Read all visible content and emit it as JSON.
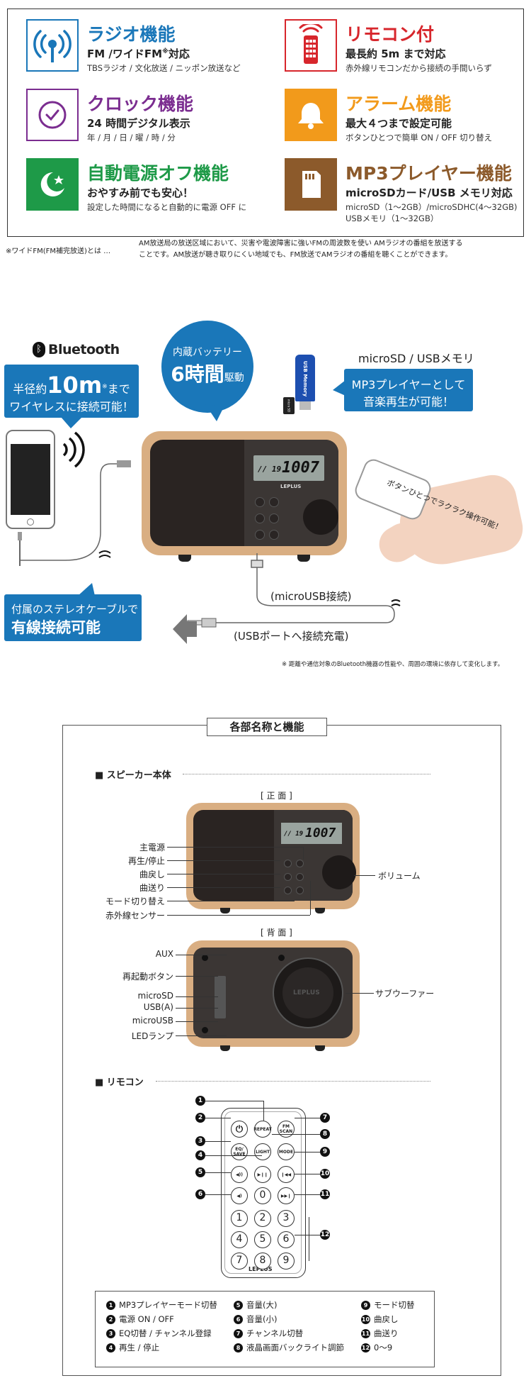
{
  "features": [
    {
      "title": "ラジオ機能",
      "sub_a": "FM /ワイドFM",
      "sub_sup": "※",
      "sub_b": "対応",
      "desc": "TBSラジオ / 文化放送 / ニッポン放送など",
      "color": "#1a77b9",
      "icon": "radio-antenna-icon"
    },
    {
      "title": "リモコン付",
      "sub_a": "最長約 5m まで対応",
      "sub_sup": "",
      "sub_b": "",
      "desc": "赤外線リモコンだから接続の手間いらず",
      "color": "#d7262c",
      "icon": "remote-control-icon"
    },
    {
      "title": "クロック機能",
      "sub_a": "24 時間デジタル表示",
      "sub_sup": "",
      "sub_b": "",
      "desc": "年 / 月 / 日 / 曜 / 時 / 分",
      "color": "#7b2d90",
      "icon": "clock-icon"
    },
    {
      "title": "アラーム機能",
      "sub_a": "最大４つまで設定可能",
      "sub_sup": "",
      "sub_b": "",
      "desc": "ボタンひとつで簡単 ON / OFF 切り替え",
      "color": "#f29a1b",
      "icon": "bell-icon"
    },
    {
      "title": "自動電源オフ機能",
      "sub_a": "おやすみ前でも安心！",
      "sub_sup": "",
      "sub_b": "",
      "desc": "設定した時間になると自動的に電源 OFF に",
      "color": "#1e9a48",
      "icon": "moon-star-icon"
    },
    {
      "title": "MP3プレイヤー機能",
      "sub_a": "microSDカード/USB メモリ対応",
      "sub_sup": "",
      "sub_b": "",
      "desc": "microSD（1～2GB）/microSDHC(4～32GB)",
      "desc2": "USBメモリ（1～32GB）",
      "color": "#8c5a2b",
      "icon": "sd-card-icon"
    }
  ],
  "note": {
    "label": "※ワイドFM(FM補完放送)とは …",
    "line1": "AM放送局の放送区域において、災害や電波障害に強いFMの周波数を使い AMラジオの番組を放送する",
    "line2": "ことです。AM放送が聴き取りにくい地域でも、FM放送でAMラジオの番組を聴くことができます。"
  },
  "connect": {
    "bluetooth_logo": "Bluetooth",
    "bt_line1_a": "半径約",
    "bt_big": "10m",
    "bt_sup": "※",
    "bt_line1_b": "まで",
    "bt_line2": "ワイヤレスに接続可能！",
    "battery_line1": "内蔵バッテリー",
    "battery_big": "6時間",
    "battery_small": "駆動",
    "sd_title": "microSD / USBメモリ",
    "mp3_line1": "MP3プレイヤーとして",
    "mp3_line2": "音楽再生が可能！",
    "remote_caption": "ボタンひとつでラクラク操作可能！",
    "cable_line1": "付属のステレオケーブルで",
    "cable_line2": "有線接続可能",
    "microusb": "(microUSB接続)",
    "usbport": "(USBポートへ接続充電)",
    "usb_stick": "USB Memory",
    "sd_card": "micro SD",
    "display_a": "// 19",
    "display_b": "1007",
    "brand": "LEPLUS",
    "footnote": "※ 距離や通信対象のBluetooth機器の性能や、周囲の環境に依存して変化します。"
  },
  "parts": {
    "title": "各部名称と機能",
    "speaker_section": "■ スピーカー本体",
    "front": "[ 正 面 ]",
    "back": "[ 背 面 ]",
    "front_labels": [
      "主電源",
      "再生/停止",
      "曲戻し",
      "曲送り",
      "モード切り替え",
      "赤外線センサー"
    ],
    "volume": "ボリューム",
    "back_labels": [
      "AUX",
      "再起動ボタン",
      "microSD",
      "USB(A)",
      "microUSB",
      "LEDランプ"
    ],
    "subwoofer": "サブウーファー",
    "sub_brand": "LEPLUS",
    "remote_section": "■ リモコン",
    "remote_buttons": {
      "power": "⏻",
      "repeat": "REPEAT",
      "fmscan": "FM SCAN",
      "eqsave": "EQ/ SAVE",
      "light": "LIGHT",
      "mode": "MODE",
      "volup": "◀))",
      "play": "▶❙❙",
      "prev": "❙◀◀",
      "voldn": "◀)",
      "zero": "0",
      "next": "▶▶❙"
    },
    "digits": [
      "1",
      "2",
      "3",
      "4",
      "5",
      "6",
      "7",
      "8",
      "9"
    ],
    "callouts": [
      "1",
      "2",
      "3",
      "4",
      "5",
      "6",
      "7",
      "8",
      "9",
      "10",
      "11",
      "12"
    ],
    "legend": [
      {
        "n": "1",
        "t": "MP3プレイヤーモード切替"
      },
      {
        "n": "2",
        "t": "電源 ON / OFF"
      },
      {
        "n": "3",
        "t": "EQ切替 / チャンネル登録"
      },
      {
        "n": "4",
        "t": "再生 / 停止"
      },
      {
        "n": "5",
        "t": "音量(大)"
      },
      {
        "n": "6",
        "t": "音量(小)"
      },
      {
        "n": "7",
        "t": "チャンネル切替"
      },
      {
        "n": "8",
        "t": "液晶画面バックライト調節"
      },
      {
        "n": "9",
        "t": "モード切替"
      },
      {
        "n": "10",
        "t": "曲戻し"
      },
      {
        "n": "11",
        "t": "曲送り"
      },
      {
        "n": "12",
        "t": "0～9"
      }
    ]
  }
}
